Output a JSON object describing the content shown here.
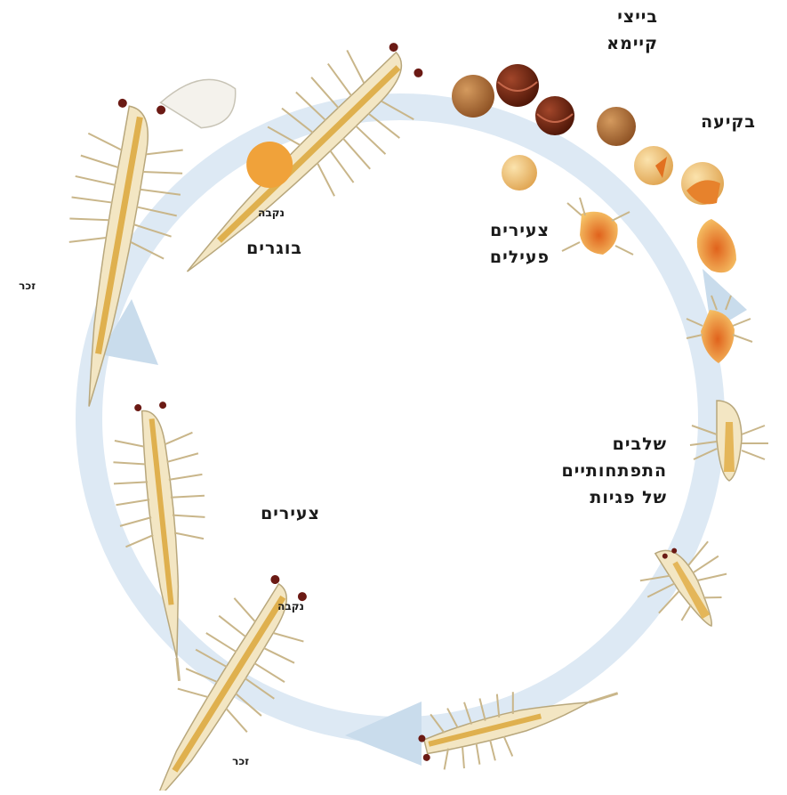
{
  "labels": {
    "cysts": "בייצי\nקיימא",
    "hatching": "בקיעה",
    "active_juveniles": "צעירים\nפעילים",
    "adults": "בוגרים",
    "female_top": "נקבה",
    "male_top": "זכר",
    "nauplius_stages": "שלבים\nהתפתחותיים\nשל פגיות",
    "juveniles": "צעירים",
    "female_bottom": "נקבה",
    "male_bottom": "זכר"
  },
  "colors": {
    "cycle_arrow": "#dde9f4",
    "cycle_arrow_head": "#c9dcec",
    "body": "#f3e9c8",
    "body_outline": "#b8a77c",
    "gut": "#dfb04e",
    "eye": "#6b1a14",
    "egg_sac": "#f0a23a",
    "cyst_brown": "#b5753f",
    "cyst_dark": "#7a2e14",
    "cyst_light": "#f2cc84",
    "larva": "#f1b540"
  }
}
